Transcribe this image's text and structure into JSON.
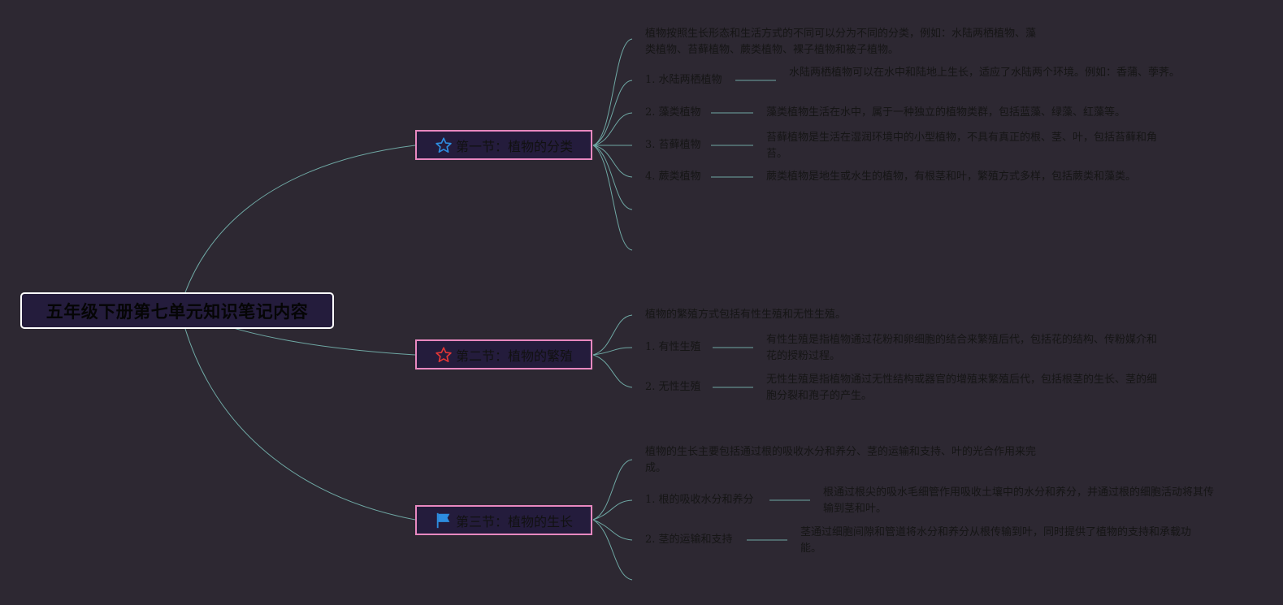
{
  "root": {
    "title": "五年级下册第七单元知识笔记内容"
  },
  "sections": [
    {
      "title": "第一节：植物的分类",
      "icon": "star-outline-blue-icon",
      "intro": "植物按照生长形态和生活方式的不同可以分为不同的分类，例如：水陆两栖植物、藻类植物、苔藓植物、蕨类植物、裸子植物和被子植物。",
      "items": [
        {
          "label": "1. 水陆两栖植物",
          "detail": "水陆两栖植物可以在水中和陆地上生长，适应了水陆两个环境。例如：香蒲、荸荠。"
        },
        {
          "label": "2. 藻类植物",
          "detail": "藻类植物生活在水中，属于一种独立的植物类群，包括蓝藻、绿藻、红藻等。"
        },
        {
          "label": "3. 苔藓植物",
          "detail": "苔藓植物是生活在湿润环境中的小型植物，不具有真正的根、茎、叶，包括苔藓和角苔。"
        },
        {
          "label": "4. 蕨类植物",
          "detail": "蕨类植物是地生或水生的植物，有根茎和叶，繁殖方式多样，包括蕨类和藻类。"
        }
      ]
    },
    {
      "title": "第二节：植物的繁殖",
      "icon": "star-outline-red-icon",
      "intro": "植物的繁殖方式包括有性生殖和无性生殖。",
      "items": [
        {
          "label": "1. 有性生殖",
          "detail": "有性生殖是指植物通过花粉和卵细胞的结合来繁殖后代，包括花的结构、传粉媒介和花的授粉过程。"
        },
        {
          "label": "2. 无性生殖",
          "detail": "无性生殖是指植物通过无性结构或器官的增殖来繁殖后代，包括根茎的生长、茎的细胞分裂和孢子的产生。"
        }
      ]
    },
    {
      "title": "第三节：植物的生长",
      "icon": "flag-blue-icon",
      "intro": "植物的生长主要包括通过根的吸收水分和养分、茎的运输和支持、叶的光合作用来完成。",
      "items": [
        {
          "label": "1. 根的吸收水分和养分",
          "detail": "根通过根尖的吸水毛细管作用吸收土壤中的水分和养分，并通过根的细胞活动将其传输到茎和叶。"
        },
        {
          "label": "2. 茎的运输和支持",
          "detail": "茎通过细胞间隙和管道将水分和养分从根传输到叶，同时提供了植物的支持和承载功能。"
        }
      ]
    }
  ],
  "colors": {
    "background": "#2d2832",
    "node_fill": "#241c3c",
    "section_border": "#e888c0",
    "root_border": "#ffffff",
    "connector": "#6fa8a4"
  }
}
